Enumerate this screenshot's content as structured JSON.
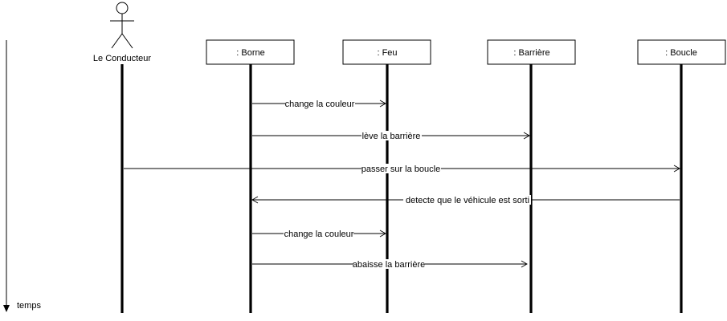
{
  "time_axis": {
    "label": "temps"
  },
  "actor": {
    "name": "Le Conducteur"
  },
  "objects": [
    {
      "id": "borne",
      "label": ": Borne"
    },
    {
      "id": "feu",
      "label": ": Feu"
    },
    {
      "id": "barriere",
      "label": ": Barrière"
    },
    {
      "id": "boucle",
      "label": ": Boucle"
    }
  ],
  "messages": [
    {
      "from": "borne",
      "to": "feu",
      "label": "change la couleur"
    },
    {
      "from": "borne",
      "to": "barriere",
      "label": "lève la barrière"
    },
    {
      "from": "conducteur",
      "to": "boucle",
      "label": "passer sur la boucle"
    },
    {
      "from": "boucle",
      "to": "borne",
      "label": "detecte que le véhicule est sorti"
    },
    {
      "from": "borne",
      "to": "feu",
      "label": "change la couleur"
    },
    {
      "from": "borne",
      "to": "barriere",
      "label": "abaisse la barrière"
    }
  ]
}
